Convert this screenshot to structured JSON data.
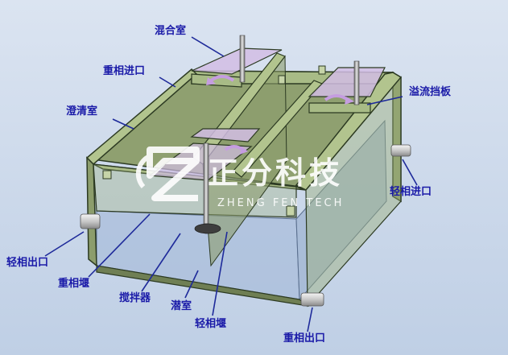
{
  "labels": {
    "mixing_chamber": "混合室",
    "heavy_phase_inlet": "重相进口",
    "clarifying_chamber": "澄清室",
    "overflow_baffle": "溢流挡板",
    "light_phase_inlet": "轻相进口",
    "light_phase_outlet": "轻相出口",
    "heavy_phase_weir": "重相堰",
    "agitator": "搅拌器",
    "submerged_chamber": "潜室",
    "light_phase_weir": "轻相堰",
    "heavy_phase_outlet": "重相出口"
  },
  "watermark": {
    "name": "正分科技",
    "name_en": "ZHENG FEN TECH"
  },
  "colors": {
    "background": "#c9d7ea",
    "tank_wall": "#9cb07a",
    "tank_edge": "#2c3a22",
    "label_text": "#1a1aa8",
    "leader_line": "#1e2a9a",
    "liquid": "#a9bedb",
    "swirl_arrow": "#c59de0"
  }
}
